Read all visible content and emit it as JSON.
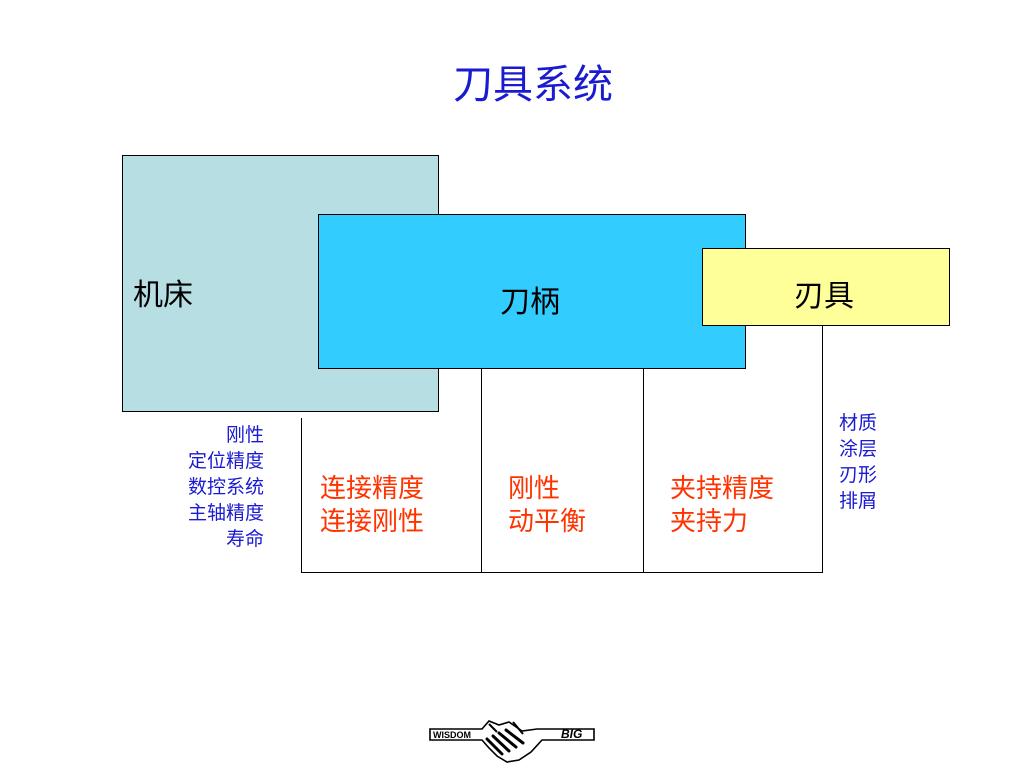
{
  "title": "刀具系统",
  "boxes": {
    "machine": {
      "label": "机床",
      "color": "#b7dfe3"
    },
    "holder": {
      "label": "刀柄",
      "color": "#33ccff"
    },
    "cutter": {
      "label": "刃具",
      "color": "#ffff99"
    }
  },
  "machine_props": [
    "刚性",
    "定位精度",
    "数控系统",
    "主轴精度",
    "寿命"
  ],
  "connection_props": [
    "连接精度",
    "连接刚性"
  ],
  "holder_props": [
    "刚性",
    "动平衡"
  ],
  "clamp_props": [
    "夹持精度",
    "夹持力"
  ],
  "cutter_props": [
    "材质",
    "涂层",
    "刃形",
    "排屑"
  ],
  "logo": {
    "left_text": "WISDOM",
    "right_text": "BIG"
  }
}
